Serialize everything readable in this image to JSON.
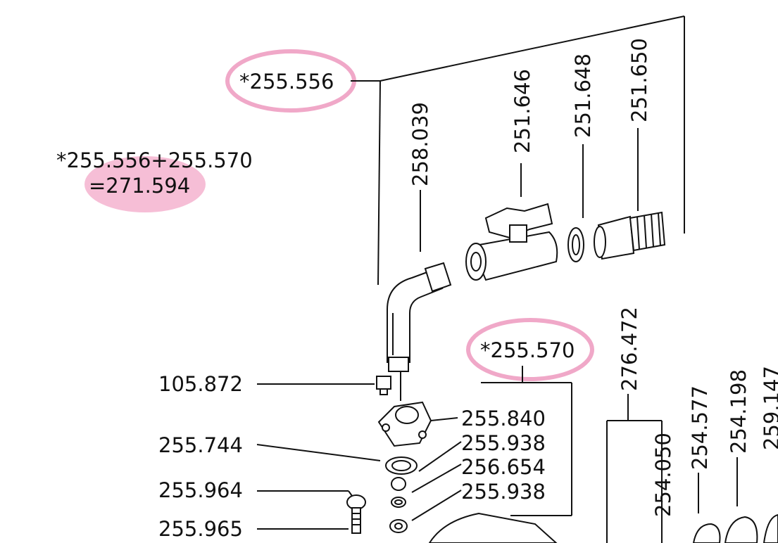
{
  "callouts": {
    "kit_a": "*255.556",
    "kit_b": "*255.570",
    "combo": "*255.556+255.570",
    "combo_result": "=271.594"
  },
  "part_numbers": {
    "p258039": "258.039",
    "p251646": "251.646",
    "p251648": "251.648",
    "p251650": "251.650",
    "p276472": "276.472",
    "p254050": "254.050",
    "p254577": "254.577",
    "p254198": "254.198",
    "p259147": "259.147",
    "p105872": "105.872",
    "p255840": "255.840",
    "p255744": "255.744",
    "p255938a": "255.938",
    "p256654": "256.654",
    "p255938b": "255.938",
    "p255964": "255.964",
    "p255965": "255.965"
  },
  "colors": {
    "highlight": "#f4b3cf",
    "line": "#111111",
    "background": "#ffffff"
  }
}
